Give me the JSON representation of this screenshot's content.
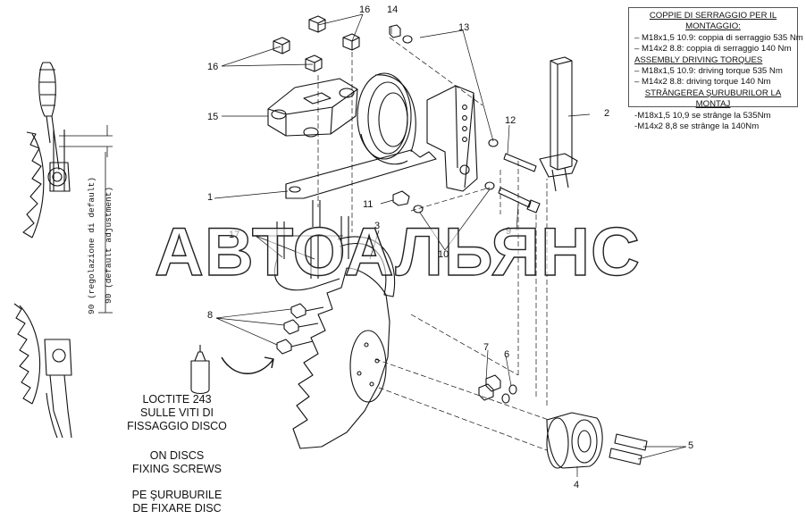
{
  "legend": {
    "it_title": "COPPIE DI SERRAGGIO PER IL MONTAGGIO:",
    "it_1": "– M18x1,5 10.9: coppia di serraggio 535 Nm",
    "it_2": "– M14x2 8.8: coppia di serraggio 140 Nm",
    "en_title": "ASSEMBLY DRIVING TORQUES",
    "en_1": "– M18x1,5 10.9: driving torque 535 Nm",
    "en_2": "– M14x2 8.8: driving torque 140 Nm",
    "ro_title": "STRÂNGEREA ŞURUBURILOR LA MONTAJ",
    "ro_1": "-M18x1,5 10,9 se strânge la 535Nm",
    "ro_2": "-M14x2 8,8 se strânge la 140Nm"
  },
  "note": {
    "it_1": "LOCTITE 243",
    "it_2": "SULLE VITI DI",
    "it_3": "FISSAGGIO DISCO",
    "en_1": "ON DISCS",
    "en_2": "FIXING SCREWS",
    "ro_1": "PE ŞURUBURILE",
    "ro_2": "DE FIXARE DISC"
  },
  "adjustment": {
    "it": "90 (regolazione di default)",
    "en": "90 (default adjustment)"
  },
  "callouts": {
    "c1": "1",
    "c2": "2",
    "c3": "3",
    "c4": "4",
    "c5": "5",
    "c6": "6",
    "c7": "7",
    "c8": "8",
    "c9": "9",
    "c10": "10",
    "c11": "11",
    "c12": "12",
    "c13": "13",
    "c14": "14",
    "c15": "15",
    "c16a": "16",
    "c16b": "16",
    "c17": "17"
  },
  "watermark": "АВТОАЛЬЯНС"
}
